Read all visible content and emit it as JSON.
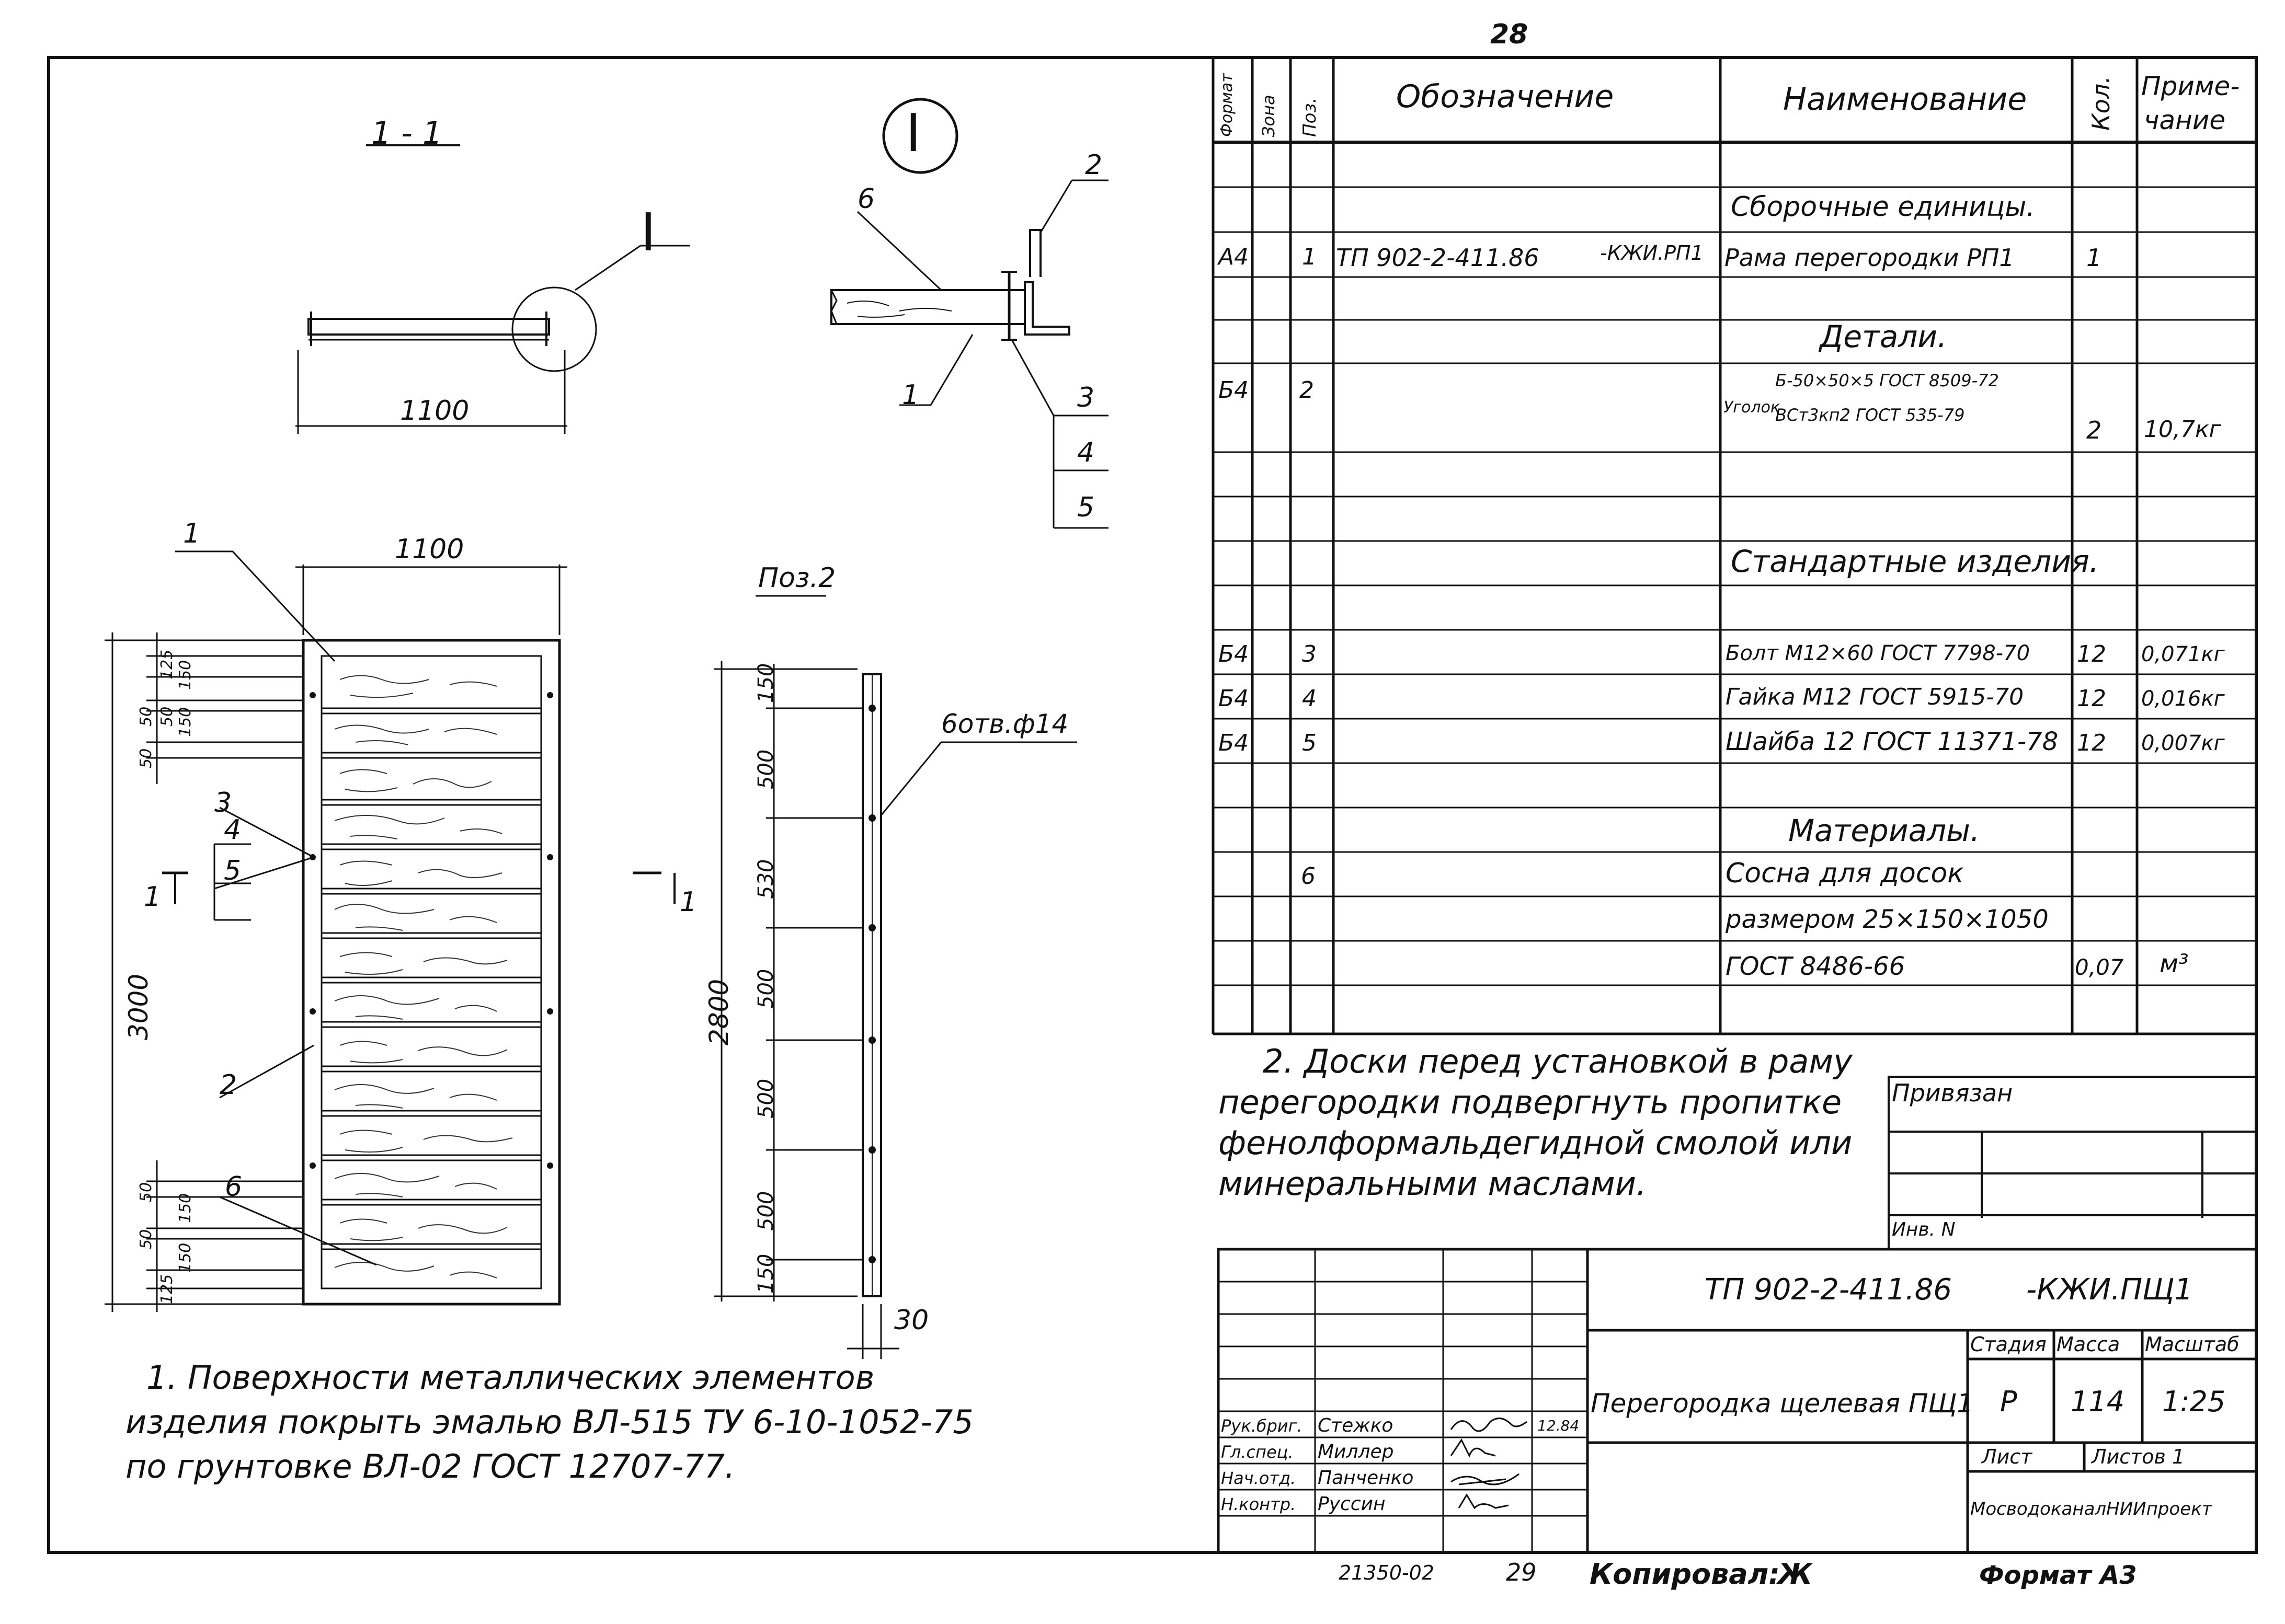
{
  "page_number": "28",
  "views": {
    "section_label": "1 - 1",
    "detail_callout": "I",
    "detail_label": "I",
    "pos2_label": "Поз.2",
    "section_cut_label": "1"
  },
  "dimensions": {
    "section_width": "1100",
    "frame_width": "1100",
    "frame_height": "3000",
    "frame_top_1": "125",
    "frame_top_2": "150",
    "frame_top_3": "50",
    "frame_top_4": "50",
    "frame_top_5": "150",
    "frame_top_6": "50",
    "frame_bot_1": "50",
    "frame_bot_2": "150",
    "frame_bot_3": "50",
    "frame_bot_4": "150",
    "frame_bot_5": "125",
    "angle_length": "2800",
    "angle_seg_1": "150",
    "angle_seg_2": "500",
    "angle_seg_3": "530",
    "angle_seg_4": "500",
    "angle_seg_5": "500",
    "angle_seg_6": "500",
    "angle_seg_7": "150",
    "angle_width": "30",
    "holes": "6отв.ф14"
  },
  "leaders": {
    "detail": {
      "p6": "6",
      "p2": "2",
      "p1": "1",
      "p3": "3",
      "p4": "4",
      "p5": "5"
    },
    "elevation": {
      "p1": "1",
      "p3": "3",
      "p4": "4",
      "p5": "5",
      "p2": "2",
      "p6": "6"
    }
  },
  "spec": {
    "headers": {
      "format": "Формат",
      "zone": "Зона",
      "pos": "Поз.",
      "designation": "Обозначение",
      "name": "Наименование",
      "qty": "Кол.",
      "note_1": "Приме-",
      "note_2": "чание"
    },
    "section_assembly": "Сборочные единицы.",
    "section_details": "Детали.",
    "section_standard": "Стандартные изделия.",
    "section_materials": "Материалы.",
    "rows": [
      {
        "format": "А4",
        "pos": "1",
        "designation": "ТП 902-2-411.86",
        "designation_suffix": "-КЖИ.РП1",
        "name": "Рама перегородки РП1",
        "qty": "1",
        "note": ""
      },
      {
        "format": "Б4",
        "pos": "2",
        "name_prefix": "Уголок",
        "name_top": "Б-50×50×5 ГОСТ 8509-72",
        "name_bottom": "ВСт3кп2 ГОСТ 535-79",
        "qty": "2",
        "note": "10,7кг"
      },
      {
        "format": "Б4",
        "pos": "3",
        "name": "Болт М12×60 ГОСТ 7798-70",
        "qty": "12",
        "note": "0,071кг"
      },
      {
        "format": "Б4",
        "pos": "4",
        "name": "Гайка М12 ГОСТ 5915-70",
        "qty": "12",
        "note": "0,016кг"
      },
      {
        "format": "Б4",
        "pos": "5",
        "name": "Шайба 12 ГОСТ 11371-78",
        "qty": "12",
        "note": "0,007кг"
      },
      {
        "pos": "6",
        "name_1": "Сосна для досок",
        "name_2": "размером 25×150×1050",
        "name_3": "ГОСТ 8486-66",
        "qty": "0,07",
        "note": "м³"
      }
    ]
  },
  "notes": {
    "note1_l1": "1. Поверхности металлических элементов",
    "note1_l2": "изделия покрыть эмалью ВЛ-515 ТУ 6-10-1052-75",
    "note1_l3": "по грунтовке ВЛ-02 ГОСТ 12707-77.",
    "note2_l1": "2. Доски перед установкой в раму",
    "note2_l2": "перегородки подвергнуть пропитке",
    "note2_l3": "фенолформальдегидной смолой или",
    "note2_l4": "минеральными маслами."
  },
  "binding_box": {
    "title": "Привязан",
    "inv": "Инв. N"
  },
  "title_block": {
    "doc_code": "ТП 902-2-411.86",
    "doc_suffix": "-КЖИ.ПЩ1",
    "name": "Перегородка щелевая ПЩ1",
    "stage_label": "Стадия",
    "mass_label": "Масса",
    "scale_label": "Масштаб",
    "stage": "Р",
    "mass": "114",
    "scale": "1:25",
    "sheet_label": "Лист",
    "sheets_label": "Листов 1",
    "organization": "МосводоканалНИИпроект",
    "signers": [
      {
        "role": "Рук.бриг.",
        "name": "Стежко",
        "date": "12.84"
      },
      {
        "role": "Гл.спец.",
        "name": "Миллер",
        "date": ""
      },
      {
        "role": "Нач.отд.",
        "name": "Панченко",
        "date": ""
      },
      {
        "role": "Н.контр.",
        "name": "Руссин",
        "date": ""
      }
    ]
  },
  "footer": {
    "number": "21350-02",
    "page": "29",
    "copied_label": "Копировал:",
    "copied_sign": "Ж",
    "format_label": "Формат А3"
  }
}
